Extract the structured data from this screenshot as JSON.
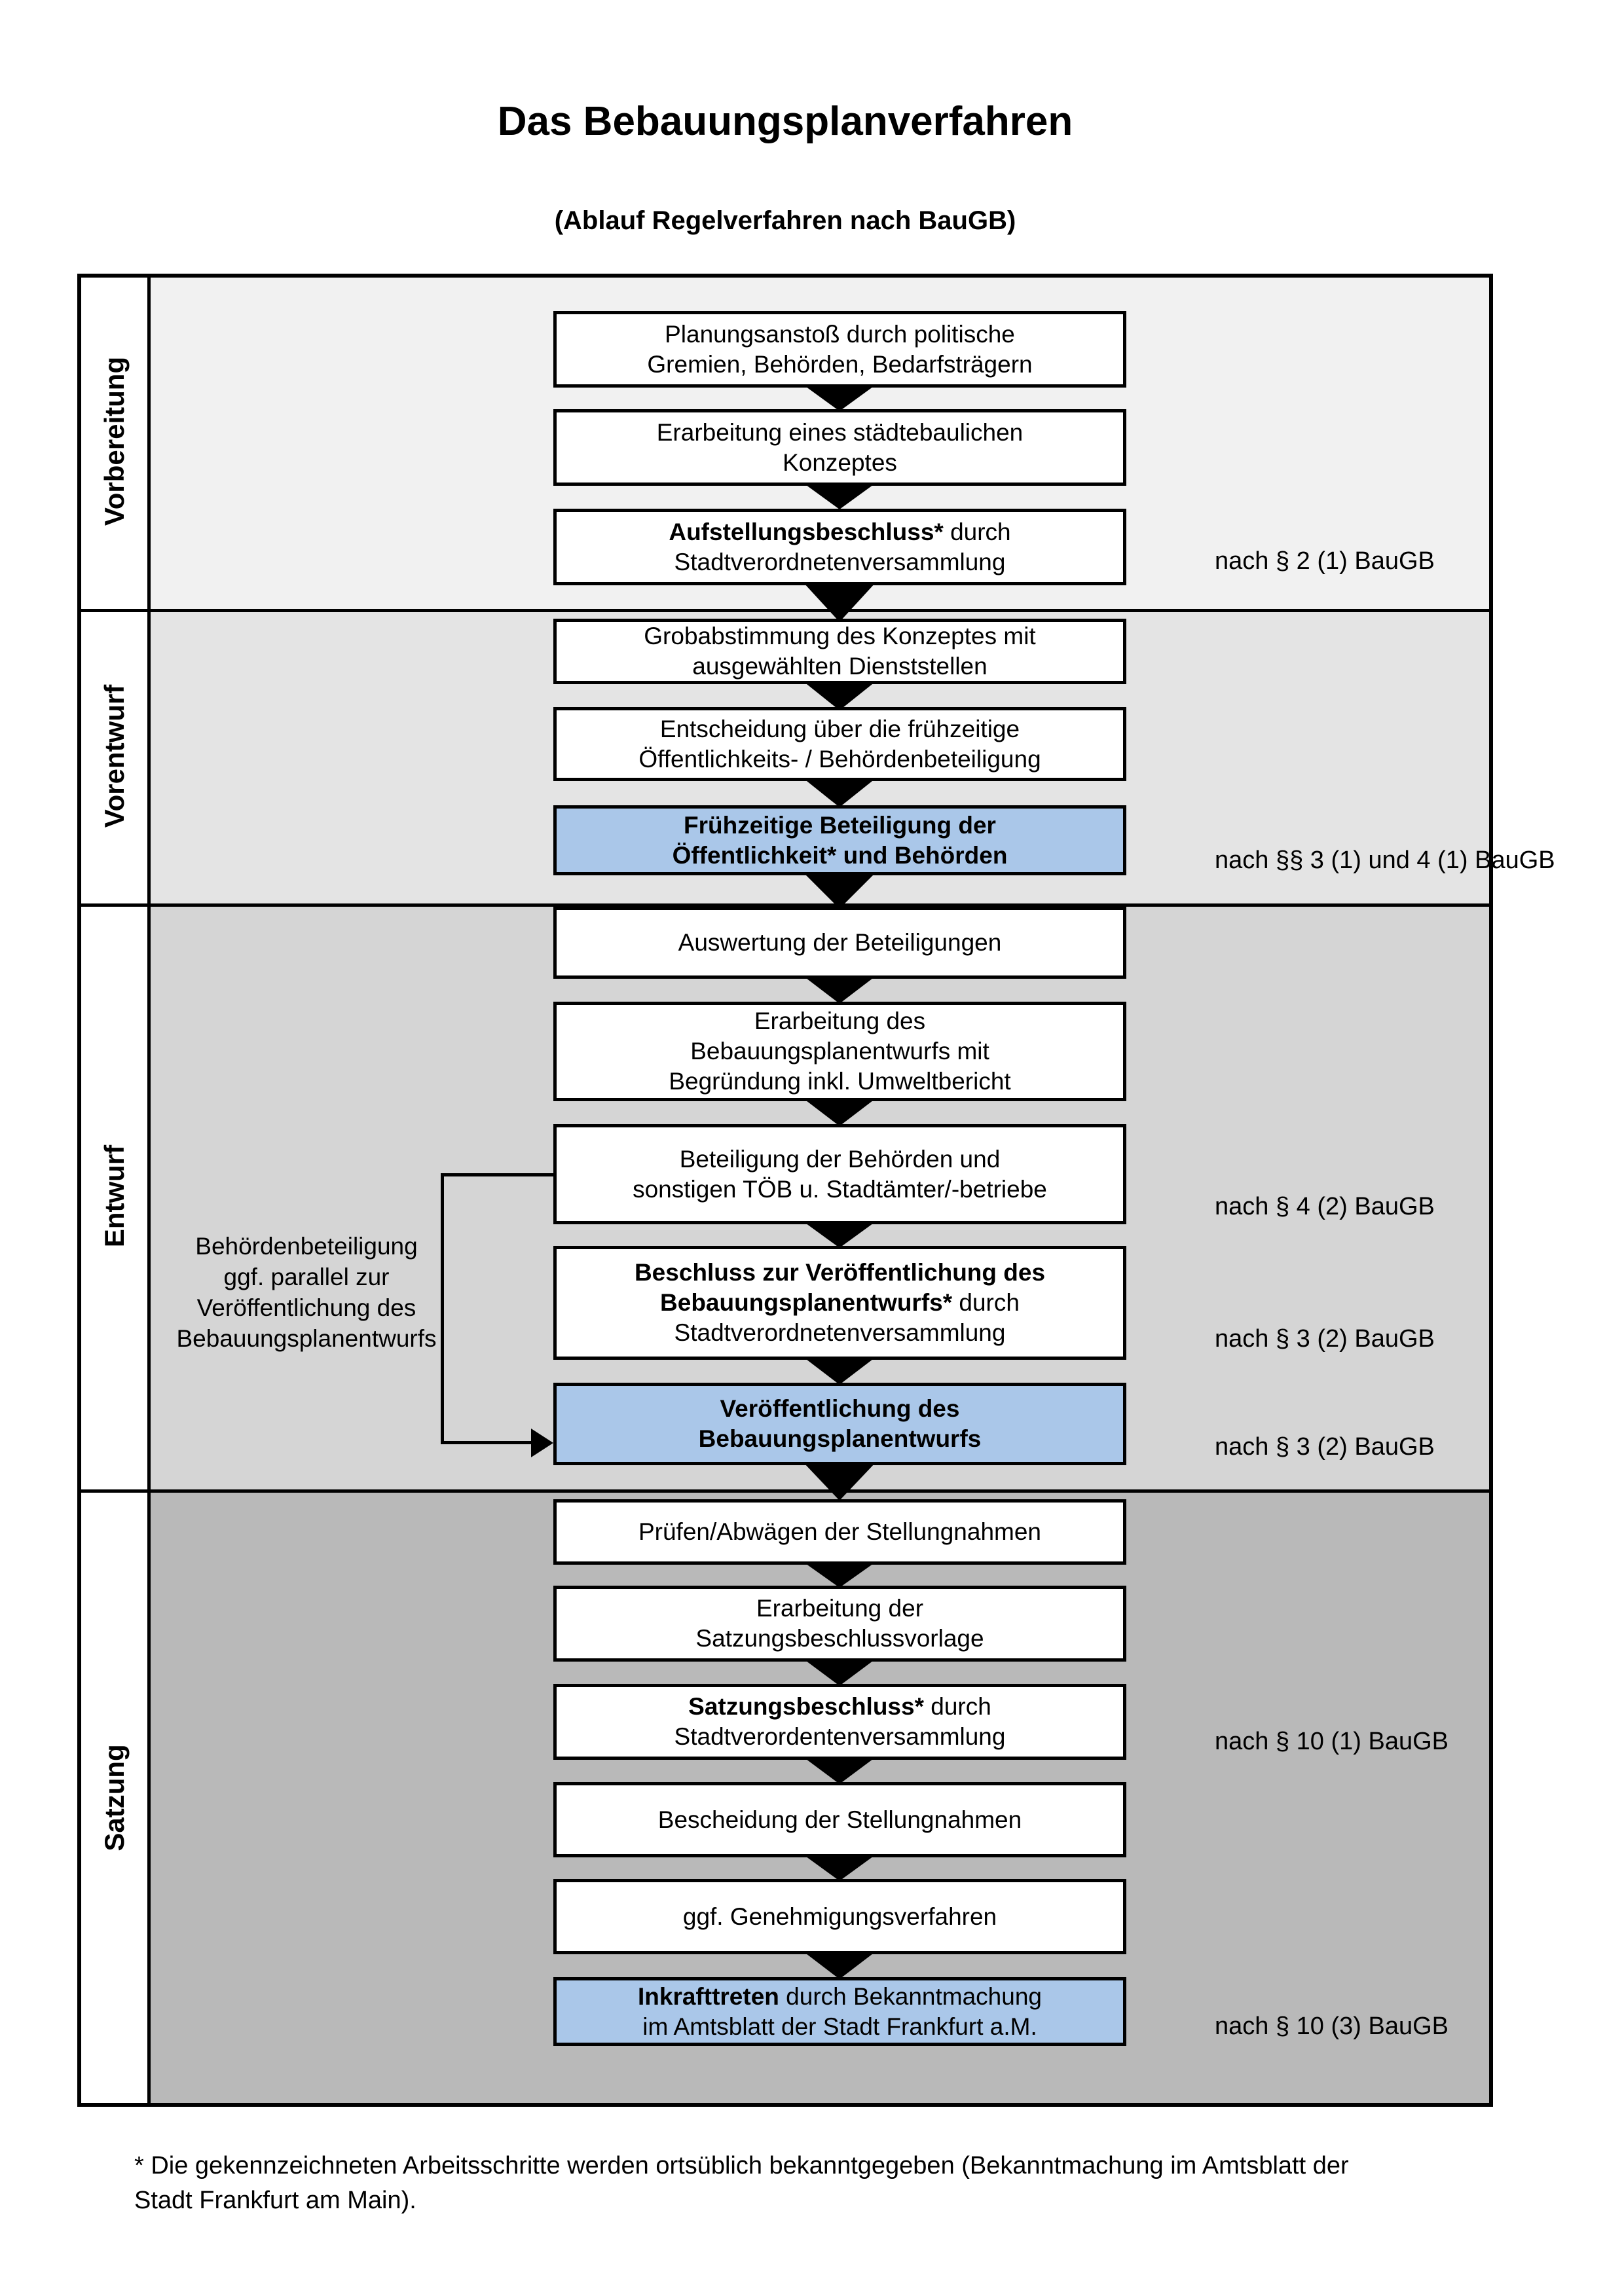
{
  "title": "Das Bebauungsplanverfahren",
  "subtitle": "(Ablauf Regelverfahren nach BauGB)",
  "colors": {
    "highlight_box": "#aac7e9",
    "phase_backgrounds": [
      "#f1f1f1",
      "#e4e4e4",
      "#d5d5d5",
      "#b9b9b9"
    ],
    "border": "#000000"
  },
  "phases": [
    {
      "label": "Vorbereitung"
    },
    {
      "label": "Vorentwurf"
    },
    {
      "label": "Entwurf"
    },
    {
      "label": "Satzung"
    }
  ],
  "steps": [
    {
      "highlight": false,
      "lines": [
        [
          {
            "t": "Planungsanstoß durch politische"
          }
        ],
        [
          {
            "t": "Gremien, Behörden, Bedarfsträgern"
          }
        ]
      ]
    },
    {
      "highlight": false,
      "lines": [
        [
          {
            "t": "Erarbeitung eines städtebaulichen"
          }
        ],
        [
          {
            "t": "Konzeptes"
          }
        ]
      ]
    },
    {
      "highlight": false,
      "lines": [
        [
          {
            "t": "Aufstellungsbeschluss*",
            "b": true
          },
          {
            "t": " durch"
          }
        ],
        [
          {
            "t": "Stadtverordnetenversammlung"
          }
        ]
      ]
    },
    {
      "highlight": false,
      "lines": [
        [
          {
            "t": "Grobabstimmung des Konzeptes mit"
          }
        ],
        [
          {
            "t": "ausgewählten Dienststellen"
          }
        ]
      ]
    },
    {
      "highlight": false,
      "lines": [
        [
          {
            "t": "Entscheidung über die frühzeitige"
          }
        ],
        [
          {
            "t": "Öffentlichkeits- / Behördenbeteiligung"
          }
        ]
      ]
    },
    {
      "highlight": true,
      "lines": [
        [
          {
            "t": "Frühzeitige Beteiligung der",
            "b": true
          }
        ],
        [
          {
            "t": "Öffentlichkeit* und Behörden",
            "b": true
          }
        ]
      ]
    },
    {
      "highlight": false,
      "lines": [
        [
          {
            "t": "Auswertung der Beteiligungen"
          }
        ]
      ]
    },
    {
      "highlight": false,
      "lines": [
        [
          {
            "t": "Erarbeitung des"
          }
        ],
        [
          {
            "t": "Bebauungsplanentwurfs mit"
          }
        ],
        [
          {
            "t": "Begründung inkl. Umweltbericht"
          }
        ]
      ]
    },
    {
      "highlight": false,
      "lines": [
        [
          {
            "t": "Beteiligung der Behörden und"
          }
        ],
        [
          {
            "t": "sonstigen TÖB u. Stadtämter/-betriebe"
          }
        ]
      ]
    },
    {
      "highlight": false,
      "lines": [
        [
          {
            "t": "Beschluss zur Veröffentlichung des",
            "b": true
          }
        ],
        [
          {
            "t": "Bebauungsplanentwurfs*",
            "b": true
          },
          {
            "t": " durch"
          }
        ],
        [
          {
            "t": "Stadtverordnetenversammlung"
          }
        ]
      ]
    },
    {
      "highlight": true,
      "lines": [
        [
          {
            "t": "Veröffentlichung des",
            "b": true
          }
        ],
        [
          {
            "t": "Bebauungsplanentwurfs",
            "b": true
          }
        ]
      ]
    },
    {
      "highlight": false,
      "lines": [
        [
          {
            "t": "Prüfen/Abwägen der Stellungnahmen"
          }
        ]
      ]
    },
    {
      "highlight": false,
      "lines": [
        [
          {
            "t": "Erarbeitung der"
          }
        ],
        [
          {
            "t": "Satzungsbeschlussvorlage"
          }
        ]
      ]
    },
    {
      "highlight": false,
      "lines": [
        [
          {
            "t": "Satzungsbeschluss*",
            "b": true
          },
          {
            "t": " durch"
          }
        ],
        [
          {
            "t": "Stadtverordentenversammlung"
          }
        ]
      ]
    },
    {
      "highlight": false,
      "lines": [
        [
          {
            "t": "Bescheidung der Stellungnahmen"
          }
        ]
      ]
    },
    {
      "highlight": false,
      "lines": [
        [
          {
            "t": "ggf. Genehmigungsverfahren"
          }
        ]
      ]
    },
    {
      "highlight": true,
      "lines": [
        [
          {
            "t": "Inkrafttreten",
            "b": true
          },
          {
            "t": " durch Bekanntmachung"
          }
        ],
        [
          {
            "t": "im Amtsblatt der Stadt Frankfurt a.M."
          }
        ]
      ]
    }
  ],
  "annotations": [
    "nach § 2 (1) BauGB",
    "nach §§ 3 (1) und 4 (1) BauGB",
    "nach § 4 (2) BauGB",
    "nach § 3 (2) BauGB",
    "nach § 3 (2) BauGB",
    "nach § 10 (1) BauGB",
    "nach § 10 (3) BauGB"
  ],
  "side_note": "Behördenbeteiligung ggf. parallel zur Veröffentlichung des Bebauungsplanentwurfs",
  "footnote": "* Die gekennzeichneten Arbeitsschritte werden ortsüblich bekanntgegeben (Bekanntmachung im Amtsblatt der Stadt Frankfurt am Main)."
}
